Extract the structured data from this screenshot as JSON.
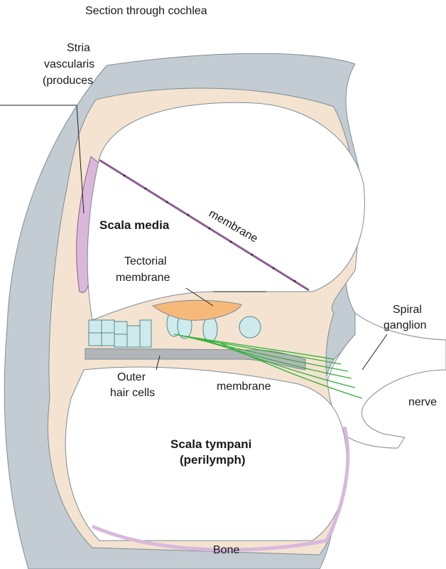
{
  "diagram": {
    "title": "Section through cochlea",
    "labels": {
      "stria_line1": "Stria",
      "stria_line2": "vascularis",
      "stria_line3": "(produces",
      "scala_media": "Scala media",
      "upper_membrane": "membrane",
      "tectorial_line1": "Tectorial",
      "tectorial_line2": "membrane",
      "spiral_line1": "Spiral",
      "spiral_line2": "ganglion",
      "lower_membrane": "membrane",
      "outer_line1": "Outer",
      "outer_line2": "hair cells",
      "nerve": "nerve",
      "scala_tympani_line1": "Scala tympani",
      "scala_tympani_line2": "(perilymph)",
      "bone": "Bone"
    },
    "colors": {
      "bone": "#c3ccd2",
      "bone_edge": "#7f8c95",
      "tissue": "#f3e3d0",
      "stria": "#d9b8dc",
      "stria_edge": "#8a5f8f",
      "hair_cell": "#cfeaec",
      "hair_cell_edge": "#4f8a90",
      "tectorial": "#f6b97a",
      "nerve": "#35b03a",
      "membrane_grey": "#b1b5b8"
    }
  }
}
